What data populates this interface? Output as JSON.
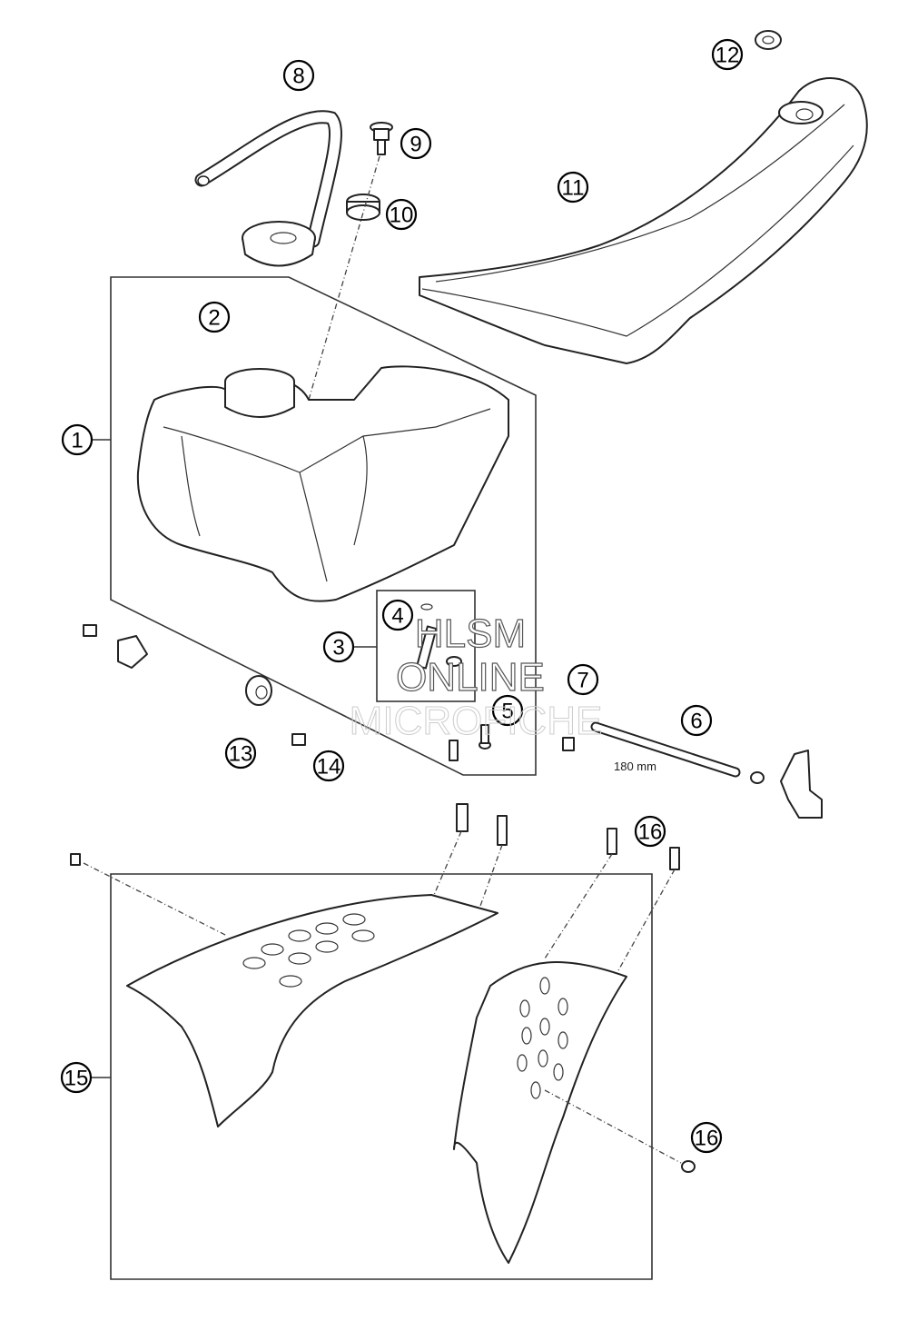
{
  "callouts": [
    "1",
    "2",
    "3",
    "4",
    "5",
    "6",
    "7",
    "8",
    "9",
    "10",
    "11",
    "12",
    "13",
    "14",
    "15",
    "16",
    "16"
  ],
  "dimension_label": "180 mm",
  "watermark": {
    "line1": "HLSM",
    "line2": "ONLINE",
    "line3": "MICROFICHE"
  }
}
